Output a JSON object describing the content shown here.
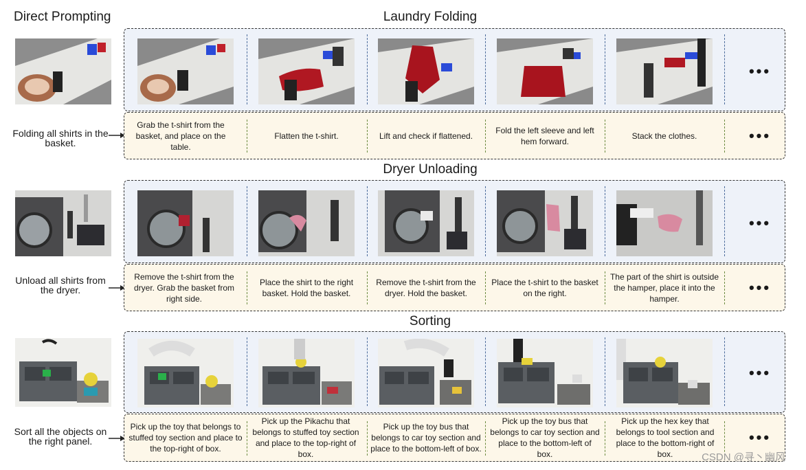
{
  "heading": "Direct Prompting",
  "colors": {
    "img_panel_bg": "#eef2f9",
    "text_panel_bg": "#fdf7e9",
    "img_sep": "#4a6a9a",
    "text_sep": "#6b8a3f"
  },
  "sections": [
    {
      "title": "Laundry Folding",
      "task": "Folding all shirts in the basket.",
      "steps": [
        "Grab the t-shirt from the basket, and place on the table.",
        "Flatten the t-shirt.",
        "Lift and check if flattened.",
        "Fold the left sleeve and left hem forward.",
        "Stack the clothes."
      ],
      "ellipsis": "•••"
    },
    {
      "title": "Dryer Unloading",
      "task": "Unload all shirts from the dryer.",
      "steps": [
        "Remove the t-shirt from the dryer. Grab the basket from right side.",
        "Place the shirt to the right basket. Hold the basket.",
        "Remove the t-shirt from the dryer. Hold the basket.",
        "Place the t-shirt to the basket on the right.",
        "The part of the shirt is outside the hamper, place it into the hamper."
      ],
      "ellipsis": "•••"
    },
    {
      "title": "Sorting",
      "task": "Sort all the objects on the right panel.",
      "steps": [
        "Pick up the toy that belongs to stuffed toy section and place to the top-right of box.",
        "Pick up the Pikachu that belongs to stuffed toy section and place to the top-right of box.",
        "Pick up the toy bus that belongs to car toy section and place to the bottom-left of box.",
        "Pick up the toy bus that belongs to car toy section and place to the bottom-left of box.",
        "Pick up the hex key that belongs to tool section and place to the bottom-right of box."
      ],
      "ellipsis": "•••"
    }
  ],
  "watermark": "CSDN @寻丶幽风"
}
